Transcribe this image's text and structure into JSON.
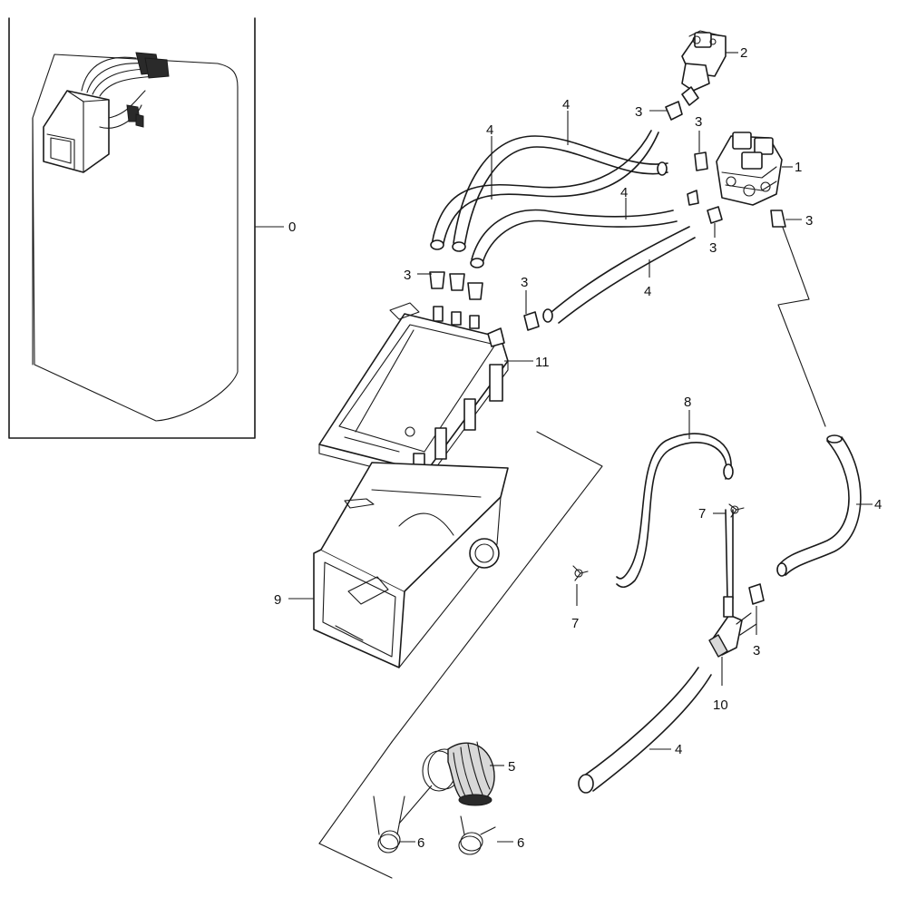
{
  "diagram": {
    "callouts": {
      "c0": "0",
      "c1": "1",
      "c2": "2",
      "c3a": "3",
      "c3b": "3",
      "c3c": "3",
      "c3d": "3",
      "c3e": "3",
      "c3f": "3",
      "c3g": "3",
      "c4a": "4",
      "c4b": "4",
      "c4c": "4",
      "c4d": "4",
      "c4e": "4",
      "c4f": "4",
      "c5": "5",
      "c6a": "6",
      "c6b": "6",
      "c7a": "7",
      "c7b": "7",
      "c8": "8",
      "c9": "9",
      "c10": "10",
      "c11": "11"
    },
    "parts": {
      "p0": "overall-assembly-inset",
      "p1": "water-valve-multi",
      "p2": "water-valve-single",
      "p3": "hose-clamp",
      "p4": "hose",
      "p5": "bellows",
      "p6": "spring-clamp",
      "p7": "wire-clip",
      "p8": "small-hose",
      "p9": "dispenser-housing",
      "p10": "vacuum-breaker",
      "p11": "dispenser-cover"
    },
    "colors": {
      "ink": "#1a1a1a",
      "background": "#ffffff",
      "fill": "#d8d8d8"
    }
  }
}
